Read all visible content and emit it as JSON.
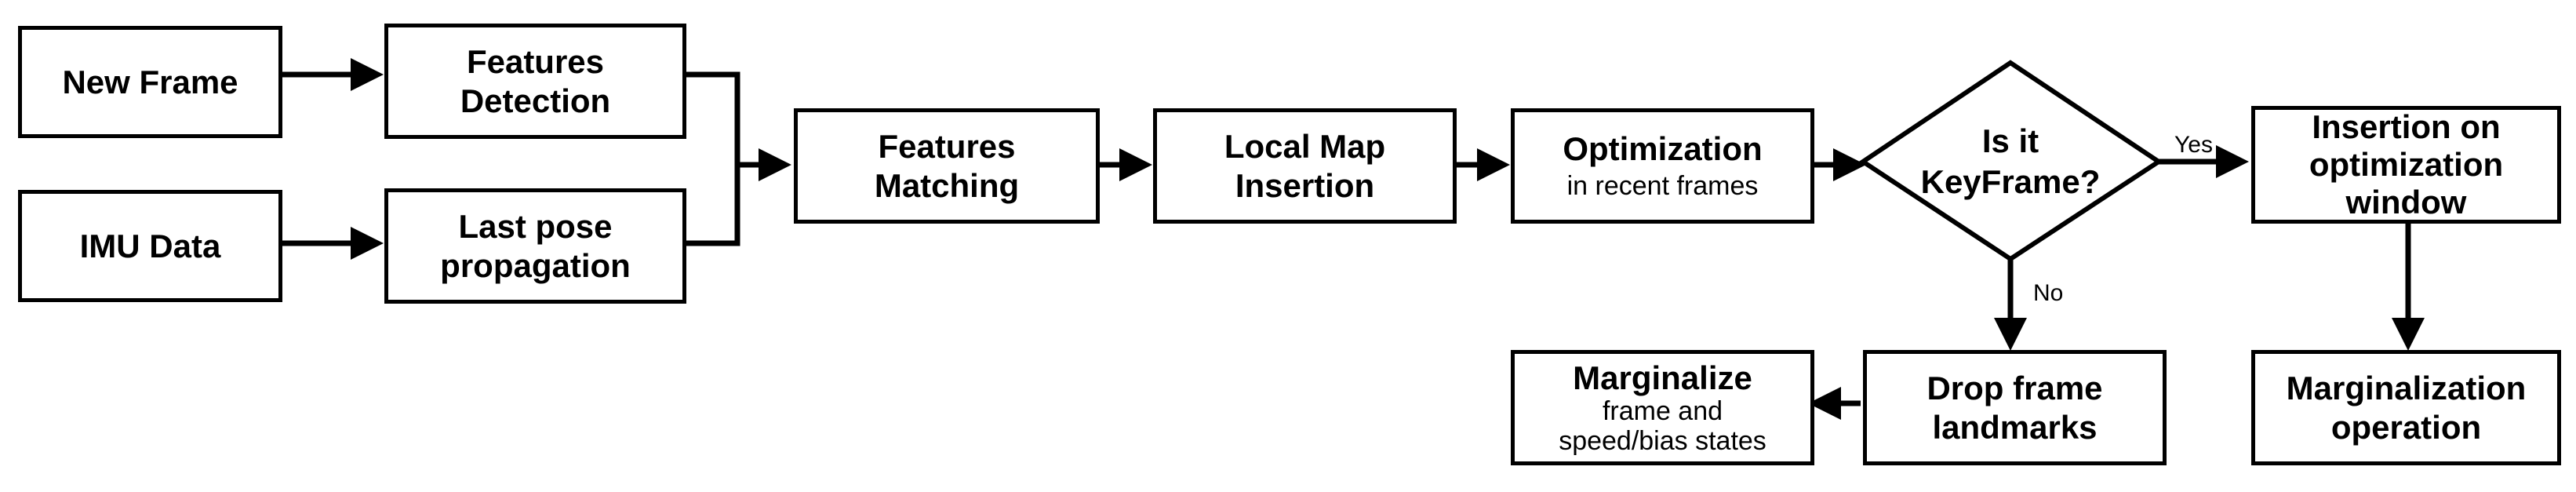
{
  "nodes": {
    "new_frame": {
      "title": "New Frame"
    },
    "imu_data": {
      "title": "IMU Data"
    },
    "features_detection": {
      "title": "Features\nDetection"
    },
    "last_pose": {
      "title": "Last pose\npropagation"
    },
    "features_matching": {
      "title": "Features\nMatching"
    },
    "local_map": {
      "title": "Local Map\nInsertion"
    },
    "optimization": {
      "title": "Optimization",
      "subtitle": "in recent frames"
    },
    "keyframe_decision": {
      "title": "Is it\nKeyFrame?"
    },
    "insertion_window": {
      "title": "Insertion on\noptimization\nwindow"
    },
    "marginalization_op": {
      "title": "Marginalization\noperation"
    },
    "drop_frame": {
      "title": "Drop frame\nlandmarks"
    },
    "marginalize": {
      "title": "Marginalize",
      "subtitle": "frame and\nspeed/bias states"
    }
  },
  "edge_labels": {
    "yes": "Yes",
    "no": "No"
  }
}
